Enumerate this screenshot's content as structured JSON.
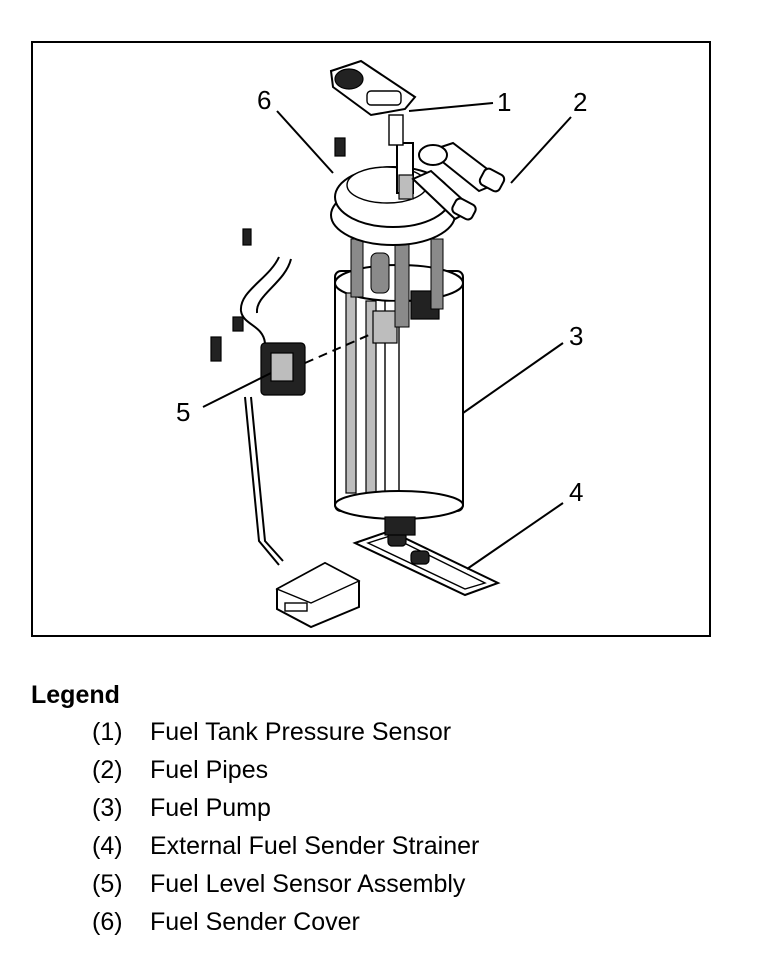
{
  "callouts": [
    "1",
    "2",
    "3",
    "4",
    "5",
    "6"
  ],
  "legend": {
    "title": "Legend",
    "items": [
      {
        "num": "(1)",
        "label": "Fuel Tank Pressure Sensor"
      },
      {
        "num": "(2)",
        "label": "Fuel Pipes"
      },
      {
        "num": "(3)",
        "label": "Fuel Pump"
      },
      {
        "num": "(4)",
        "label": "External Fuel Sender Strainer"
      },
      {
        "num": "(5)",
        "label": "Fuel Level Sensor Assembly"
      },
      {
        "num": "(6)",
        "label": "Fuel Sender Cover"
      }
    ]
  }
}
